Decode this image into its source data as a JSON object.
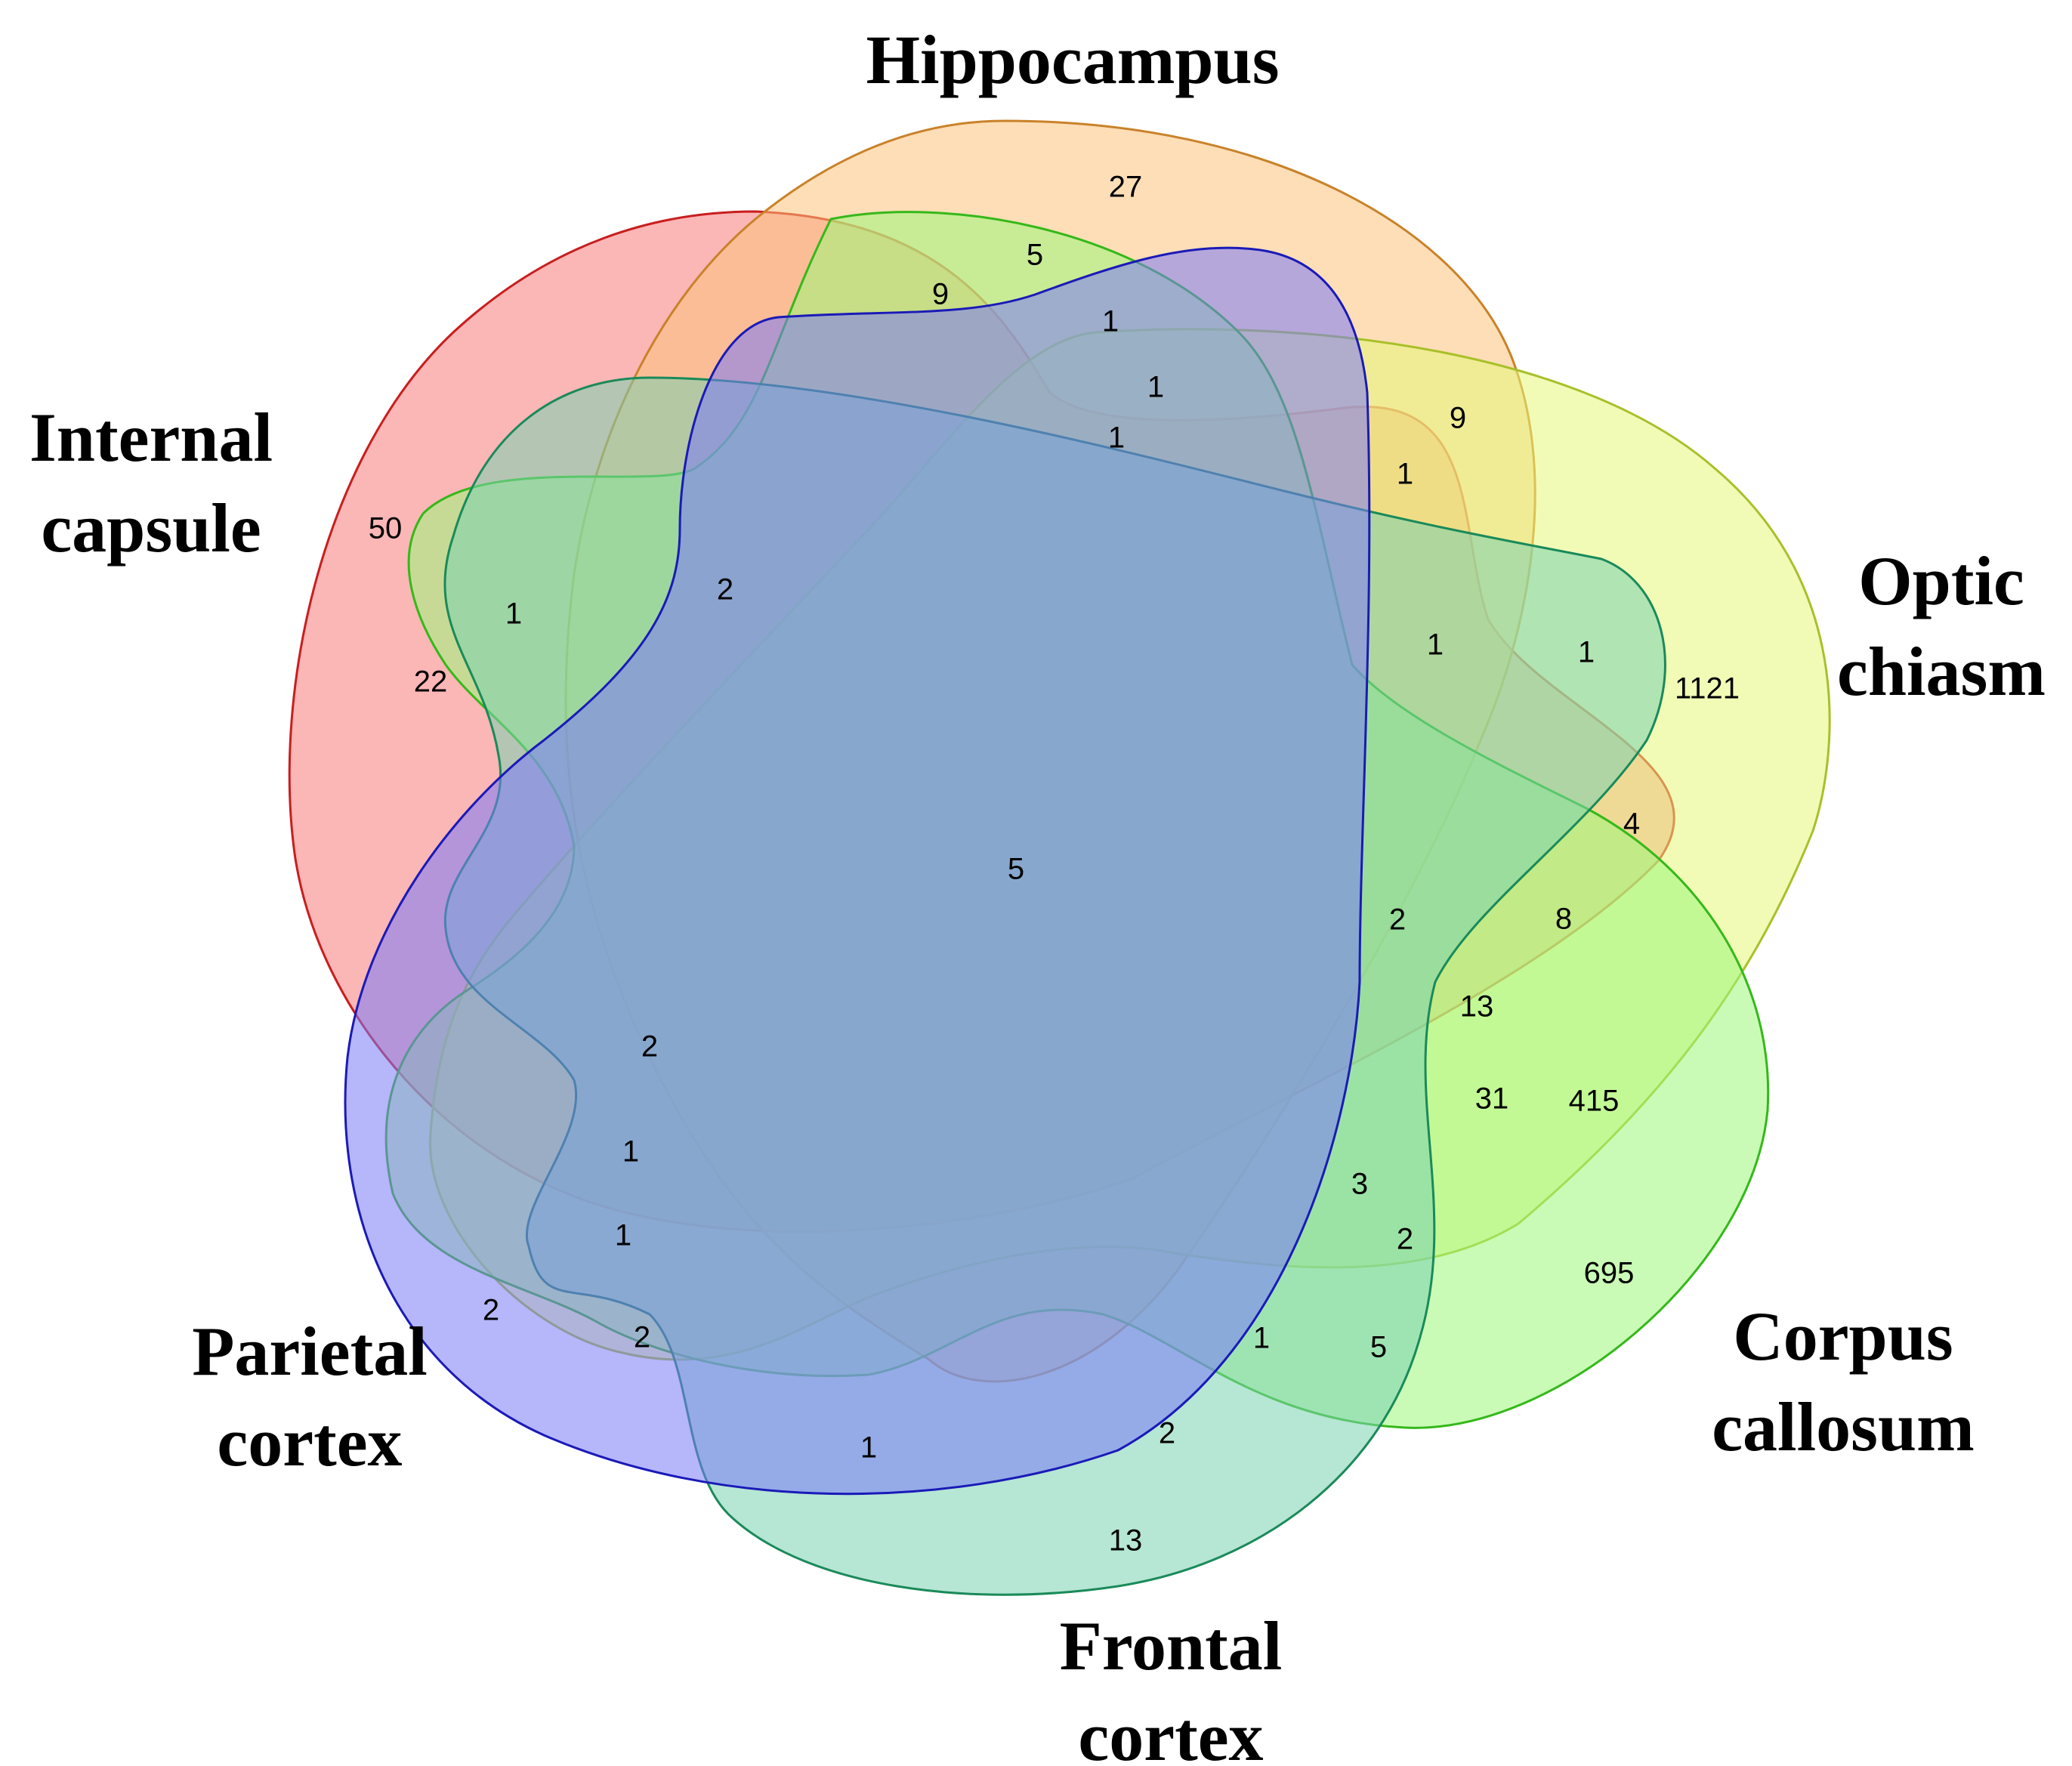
{
  "sets": [
    {
      "id": "internal",
      "label_lines": [
        "Internal",
        "capsule"
      ],
      "fill": "#f87a7a",
      "stroke": "#c81e1e"
    },
    {
      "id": "hippocampus",
      "label_lines": [
        "Hippocampus"
      ],
      "fill": "#fcc27a",
      "stroke": "#c9822a"
    },
    {
      "id": "optic",
      "label_lines": [
        "Optic",
        "chiasm"
      ],
      "fill": "#e6f77a",
      "stroke": "#a8c02a"
    },
    {
      "id": "corpus",
      "label_lines": [
        "Corpus",
        "callosum"
      ],
      "fill": "#9cf77a",
      "stroke": "#35b81a"
    },
    {
      "id": "frontal",
      "label_lines": [
        "Frontal",
        "cortex"
      ],
      "fill": "#7ad1b0",
      "stroke": "#1a8a5a"
    },
    {
      "id": "parietal",
      "label_lines": [
        "Parietal",
        "cortex"
      ],
      "fill": "#7a7af8",
      "stroke": "#1a1ab8"
    }
  ],
  "region_counts": [
    "27",
    "5",
    "9",
    "1",
    "1",
    "1",
    "9",
    "1",
    "50",
    "1",
    "22",
    "2",
    "1",
    "1",
    "1121",
    "4",
    "8",
    "5",
    "2",
    "13",
    "2",
    "31",
    "415",
    "1",
    "3",
    "1",
    "2",
    "695",
    "2",
    "2",
    "1",
    "5",
    "1",
    "2",
    "13"
  ]
}
